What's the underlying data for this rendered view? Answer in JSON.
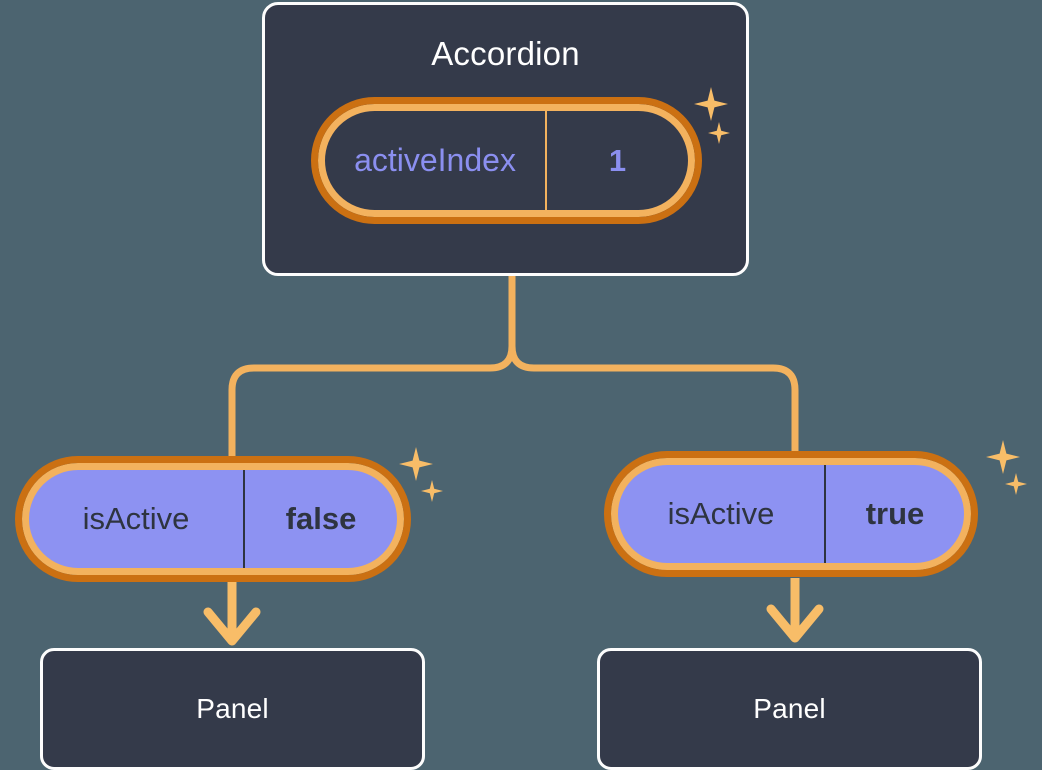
{
  "diagram": {
    "type": "component-state-tree",
    "background_color": "#4c6470",
    "accent_color": "#f3b25e",
    "accent_dark_color": "#cb7012",
    "card_bg_color": "#343a4a",
    "pill_purple_color": "#8d92f2",
    "value_text_color": "#8b8ff0"
  },
  "root": {
    "title": "Accordion",
    "state": {
      "key": "activeIndex",
      "value": "1"
    }
  },
  "children": [
    {
      "state": {
        "key": "isActive",
        "value": "false"
      },
      "node": {
        "title": "Panel"
      }
    },
    {
      "state": {
        "key": "isActive",
        "value": "true"
      },
      "node": {
        "title": "Panel"
      }
    }
  ],
  "icons": {
    "sparkle": "sparkle-icon",
    "arrow_down": "arrow-down-icon"
  }
}
